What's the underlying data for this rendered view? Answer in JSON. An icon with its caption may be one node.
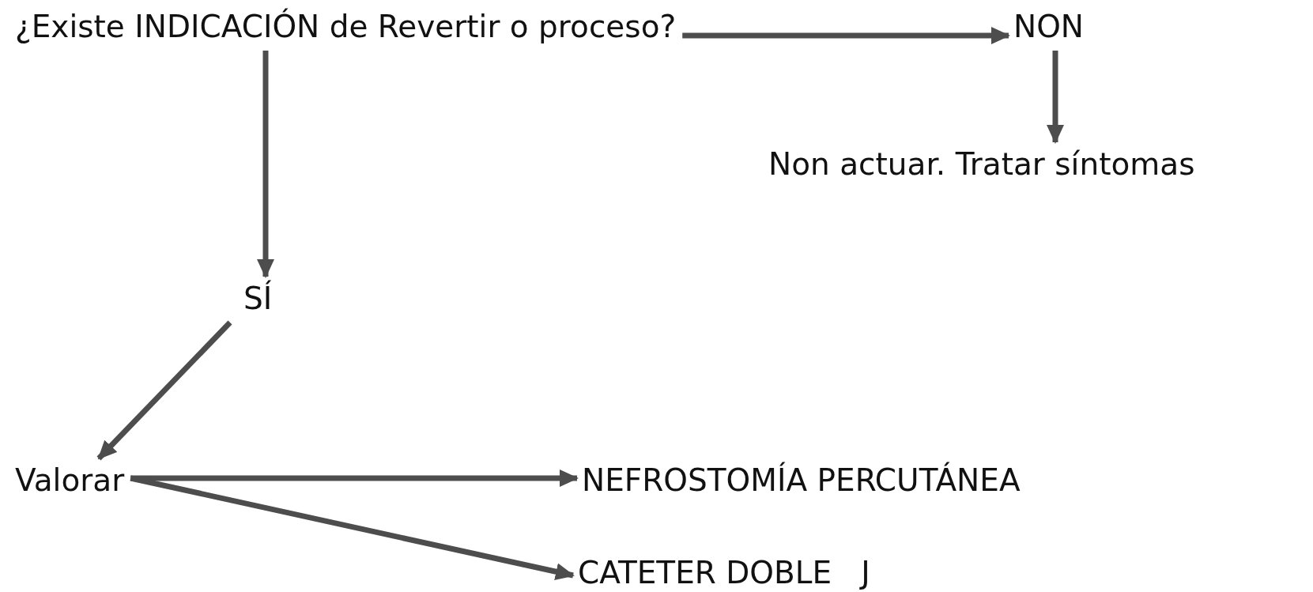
{
  "diagram": {
    "nodes": [
      {
        "text": [
          "¿Existe INDICACIÓN de Revertir o proceso?"
        ]
      },
      {
        "text": [
          "NON"
        ]
      },
      {
        "text": [
          "Non actuar. Tratar síntomas"
        ]
      },
      {
        "text": [
          "SÍ"
        ]
      },
      {
        "text": [
          "Valorar"
        ]
      },
      {
        "text": [
          "NEFROSTOMÍA PERCUTÁNEA"
        ]
      },
      {
        "text": [
          "CATETER DOBLE   J"
        ]
      }
    ],
    "edges": [
      {
        "from": 0,
        "to": 1,
        "arrow": "to"
      },
      {
        "from": 1,
        "to": 2,
        "arrow": "to"
      },
      {
        "from": 0,
        "to": 3,
        "arrow": "to"
      },
      {
        "from": 3,
        "to": 4,
        "arrow": "to"
      },
      {
        "from": 4,
        "to": 5,
        "arrow": "to"
      },
      {
        "from": 4,
        "to": 6,
        "arrow": "to"
      }
    ]
  }
}
